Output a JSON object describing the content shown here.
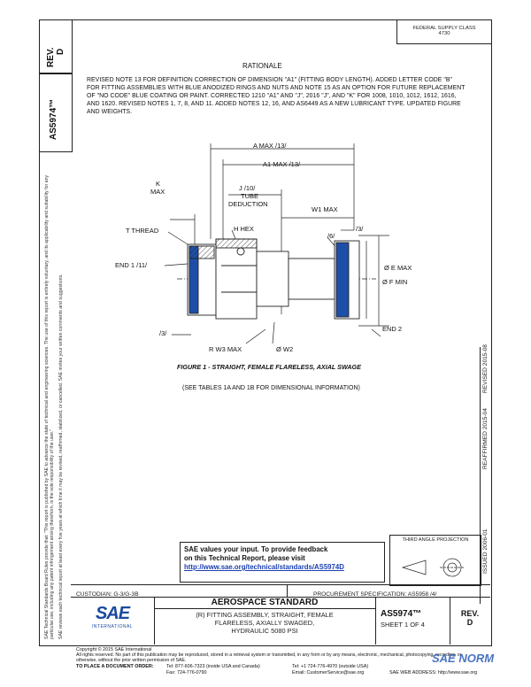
{
  "header": {
    "left_rev": "REV.",
    "left_rev_letter": "D",
    "left_doc": "AS5974™",
    "federal_supply_1": "FEDERAL SUPPLY CLASS",
    "federal_supply_2": "4730"
  },
  "side_notes": {
    "sae_standards": "SAE Technical Standards Board Rules provide that: \"This report is published by SAE to advance the state of technical and engineering sciences. The use of this report is entirely voluntary, and its applicability and suitability for any particular use, including any patent infringement arising therefrom, is the sole responsibility of the user.\"",
    "sae_review": "SAE reviews each technical report at least every five years at which time it may be revised, reaffirmed, stabilized, or cancelled. SAE invites your written comments and suggestions."
  },
  "right_side": {
    "issued": "ISSUED 2006-01",
    "reaffirmed": "REAFFIRMED 2015-04",
    "revised": "REVISED 2015-08"
  },
  "rationale": {
    "title": "RATIONALE",
    "body": "REVISED NOTE 13 FOR DEFINITION CORRECTION OF DIMENSION \"A1\" (FITTING BODY LENGTH). ADDED LETTER CODE \"B\" FOR FITTING ASSEMBLIES WITH BLUE ANODIZED RINGS AND NUTS AND NOTE 15 AS AN OPTION FOR FUTURE REPLACEMENT OF \"NO CODE\" BLUE COATING OR PAINT. CORRECTED 1210 \"A1\" AND \"J\", 2016 \"J\", AND \"K\" FOR 1008, 1010, 1012, 1612, 1616, AND 1620. REVISED NOTES 1, 7, 8, AND 11. ADDED NOTES 12, 16, AND AS6449 AS A NEW LUBRICANT TYPE. UPDATED FIGURE AND WEIGHTS."
  },
  "figure": {
    "labels": {
      "a_max": "A MAX /13/",
      "a1_max": "A1 MAX /13/",
      "k": "K",
      "k_max": "MAX",
      "j": "J /10/",
      "tube": "TUBE",
      "deduction": "DEDUCTION",
      "w1_max": "W1 MAX",
      "t_thread": "T  THREAD",
      "h_hex": "H  HEX",
      "note6": "/6/",
      "note3_top": "/3/",
      "end1": "END 1 /11/",
      "e_max": "Ø E MAX",
      "f_min": "Ø F MIN",
      "note3_bottom": "/3/",
      "end2": "END 2",
      "r_w3_max": "R W3 MAX",
      "w2": "Ø W2"
    },
    "caption": "FIGURE 1 - STRAIGHT, FEMALE FLARELESS, AXIAL SWAGE",
    "subcaption": "(SEE TABLES 1A AND 1B FOR DIMENSIONAL INFORMATION)"
  },
  "feedback": {
    "line1": "SAE values your input. To provide feedback",
    "line2": "on this Technical Report, please visit",
    "link": "http://www.sae.org/technical/standards/AS5974D"
  },
  "projection": {
    "label": "THIRD ANGLE PROJECTION"
  },
  "title_block": {
    "custodian": "CUSTODIAN:  G-3/G-3B",
    "procurement": "PROCUREMENT SPECIFICATION:  AS5958 /4/",
    "category": "AEROSPACE STANDARD",
    "title_line1": "(R) FITTING ASSEMBLY, STRAIGHT, FEMALE",
    "title_line2": "FLARELESS, AXIALLY SWAGED,",
    "title_line3": "HYDRAULIC 5080 PSI",
    "doc_number": "AS5974™",
    "sheet": "SHEET 1 OF 4",
    "rev_label": "REV.",
    "rev_letter": "D",
    "logo_text": "SAE",
    "logo_sub": "INTERNATIONAL"
  },
  "footer": {
    "copyright": "Copyright © 2015 SAE International",
    "rights": "All rights reserved. No part of this publication may be reproduced, stored in a retrieval system or transmitted, in any form or by any means, electronic, mechanical, photocopying, recording, or otherwise, without the prior written permission of SAE.",
    "order_label": "TO PLACE A DOCUMENT ORDER:",
    "tel": "Tel:  877-606-7323 (inside USA and Canada)",
    "tel2": "Tel:  +1 724-776-4970 (outside USA)",
    "fax": "Fax:  724-776-0790",
    "email": "Email: CustomerService@sae.org",
    "web": "SAE WEB ADDRESS:  http://www.sae.org",
    "watermark": "SAE NORM"
  }
}
